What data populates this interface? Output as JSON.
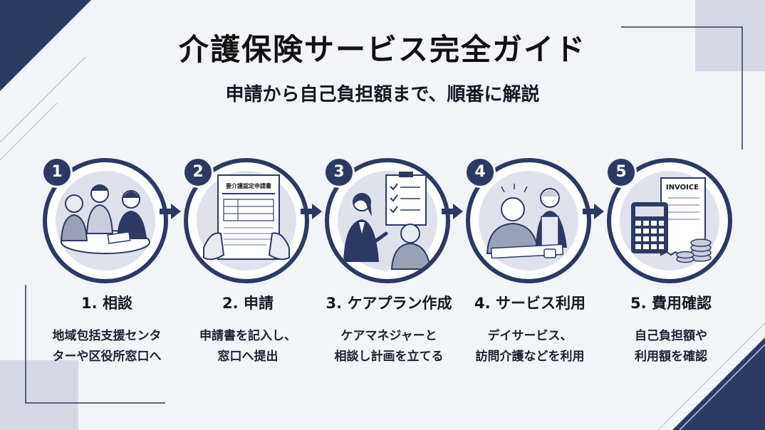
{
  "title": "介護保険サービス完全ガイド",
  "subtitle": "申請から自己負担額まで、順番に解説",
  "colors": {
    "navy": "#2c3a63",
    "background": "#f3f4f8",
    "light": "#d5d9e6"
  },
  "steps": [
    {
      "number": "1",
      "title": "1. 相談",
      "desc_line1": "地域包括支援センタ",
      "desc_line2": "ターや区役所窓口へ",
      "icon": "consultation-people-icon"
    },
    {
      "number": "2",
      "title": "2. 申請",
      "desc_line1": "申請書を記入し、",
      "desc_line2": "窓口へ提出",
      "icon": "application-form-icon",
      "form_label": "要介護認定申請書"
    },
    {
      "number": "3",
      "title": "3. ケアプラン作成",
      "desc_line1": "ケアマネジャーと",
      "desc_line2": "相談し計画を立てる",
      "icon": "care-plan-checklist-icon"
    },
    {
      "number": "4",
      "title": "4. サービス利用",
      "desc_line1": "デイサービス、",
      "desc_line2": "訪問介護などを利用",
      "icon": "care-service-icon"
    },
    {
      "number": "5",
      "title": "5. 費用確認",
      "desc_line1": "自己負担額や",
      "desc_line2": "利用額を確認",
      "icon": "invoice-calculator-icon",
      "invoice_label": "INVOICE"
    }
  ]
}
